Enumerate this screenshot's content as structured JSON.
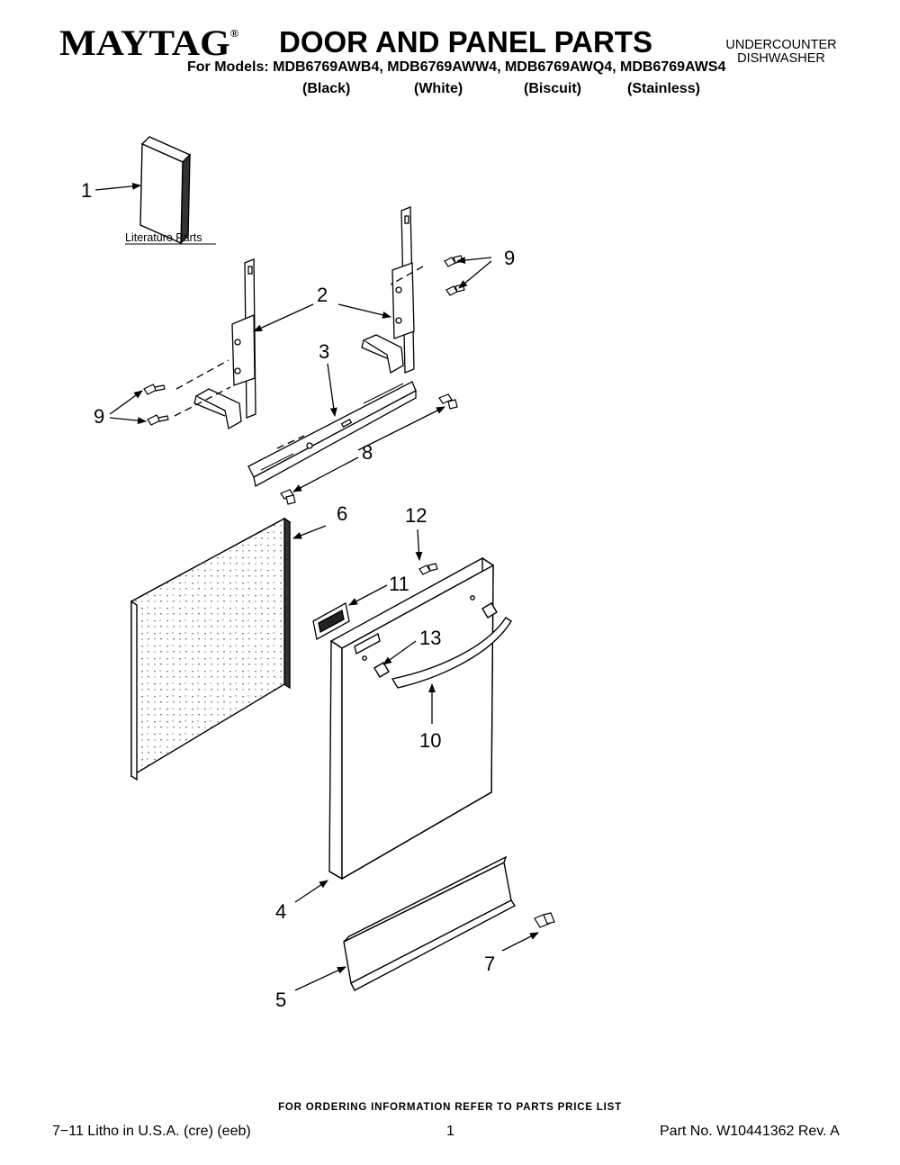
{
  "header": {
    "brand": "MAYTAG",
    "brand_mark": "®",
    "title": "DOOR AND PANEL PARTS",
    "product_line1": "UNDERCOUNTER",
    "product_line2": "DISHWASHER",
    "models": "For Models: MDB6769AWB4, MDB6769AWW4, MDB6769AWQ4, MDB6769AWS4",
    "variants": [
      "(Black)",
      "(White)",
      "(Biscuit)",
      "(Stainless)"
    ]
  },
  "diagram": {
    "literature_label": "Literature Parts",
    "callouts": {
      "c1": "1",
      "c2": "2",
      "c3": "3",
      "c4": "4",
      "c5": "5",
      "c6": "6",
      "c7": "7",
      "c8": "8",
      "c9a": "9",
      "c9b": "9",
      "c10": "10",
      "c11": "11",
      "c12": "12",
      "c13": "13"
    }
  },
  "footer": {
    "ordering_note": "FOR ORDERING INFORMATION REFER TO PARTS PRICE LIST",
    "litho": "7−11 Litho in U.S.A. (cre) (eeb)",
    "page": "1",
    "part_no": "Part No. W10441362 Rev. A"
  }
}
